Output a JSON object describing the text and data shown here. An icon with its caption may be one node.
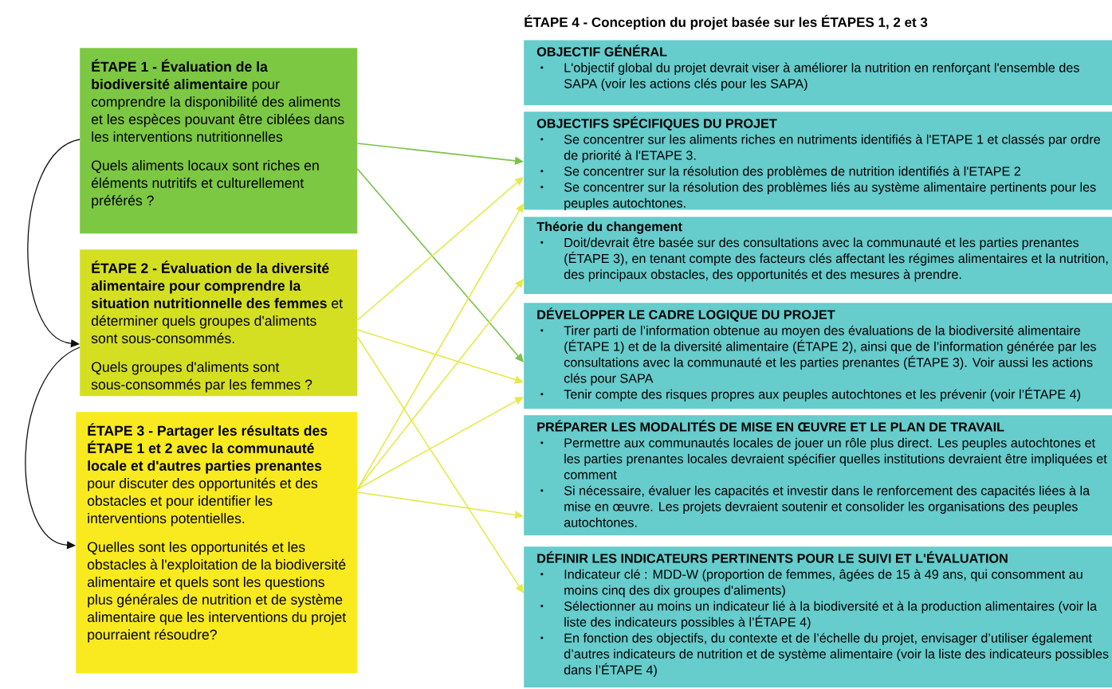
{
  "diagram": {
    "title": "ÉTAPE 4 - Conception du projet basée sur les ÉTAPES 1, 2 et 3",
    "nodes": [
      {
        "text": [
          "**ÉTAPE 1 - Évaluation de la biodiversité alimentaire** pour comprendre la disponibilité des aliments et les espèces pouvant être ciblées dans les interventions nutritionnelles",
          "Quels aliments locaux sont riches en éléments nutritifs et culturellement préférés ?"
        ]
      },
      {
        "text": [
          "**ÉTAPE 2 - Évaluation de la diversité alimentaire pour comprendre la situation nutritionnelle des femmes** et déterminer quels groupes d'aliments sont sous-consommés.",
          "Quels groupes d'aliments sont sous-consommés par les femmes ?"
        ]
      },
      {
        "text": [
          "**ÉTAPE 3 - Partager les résultats des ÉTAPE 1 et 2 avec la communauté locale et d'autres parties prenantes** pour discuter des opportunités et des obstacles et pour identifier les interventions potentielles.",
          "Quelles sont les opportunités et les obstacles à l'exploitation de la biodiversité alimentaire et quels sont les questions plus générales de nutrition et de système alimentaire que les interventions du projet pourraient résoudre?"
        ]
      },
      {
        "text": [
          "OBJECTIF GÉNÉRAL",
          "L'objectif global du projet devrait viser à améliorer la nutrition en renforçant l'ensemble des SAPA (voir les actions clés pour les SAPA)"
        ]
      },
      {
        "text": [
          "OBJECTIFS SPÉCIFIQUES DU PROJET",
          "Se concentrer sur les aliments riches en nutriments identifiés à l'ETAPE 1 et classés par ordre de priorité à l'ETAPE 3.",
          "Se concentrer sur la résolution des problèmes de nutrition identifiés à l'ETAPE 2",
          "Se concentrer sur la résolution des problèmes liés au système alimentaire pertinents pour les peuples autochtones."
        ]
      },
      {
        "text": [
          "Théorie du changement",
          "Doit/devrait être basée sur des consultations avec la communauté et les parties prenantes (ÉTAPE 3), en tenant compte des facteurs clés affectant les régimes alimentaires et la nutrition, des principaux obstacles, des opportunités et des mesures à prendre."
        ]
      },
      {
        "text": [
          "DÉVELOPPER LE CADRE LOGIQUE DU PROJET",
          "Tirer parti de l’information obtenue au moyen des évaluations de la biodiversité alimentaire (ÉTAPE 1) et de la diversité alimentaire (ÉTAPE 2), ainsi que de l’information générée par les consultations avec la communauté et les parties prenantes (ÉTAPE 3). Voir aussi les actions clés pour SAPA",
          "Tenir compte des risques propres aux peuples autochtones et les prévenir (voir l’ÉTAPE 4)"
        ]
      },
      {
        "text": [
          "PRÉPARER LES MODALITÉS DE MISE EN ŒUVRE ET LE PLAN DE TRAVAIL",
          "Permettre aux communautés locales de jouer un rôle plus direct. Les peuples autochtones et les parties prenantes locales devraient spécifier quelles institutions devraient être impliquées et comment",
          "Si nécessaire, évaluer les capacités et investir dans le renforcement des capacités liées à la mise en œuvre. Les projets devraient soutenir et consolider les organisations des peuples autochtones."
        ]
      },
      {
        "text": [
          "DÉFINIR LES INDICATEURS PERTINENTS POUR LE SUIVI ET L'ÉVALUATION",
          "Indicateur clé : MDD-W (proportion de femmes, âgées de 15 à 49 ans, qui consomment au moins cinq des dix groupes d'aliments)",
          "Sélectionner au moins un indicateur lié à la biodiversité et à la production alimentaires (voir la liste des indicateurs possibles à l’ÉTAPE 4)",
          "En fonction des objectifs, du contexte et de l’échelle du projet, envisager d’utiliser également d’autres indicateurs de nutrition et de système alimentaire (voir la liste des indicateurs possibles dans l’ÉTAPE 4)"
        ]
      }
    ],
    "edges": [
      {
        "from": 0,
        "to": 1,
        "arrow": "to",
        "color": "#111111"
      },
      {
        "from": 1,
        "to": 2,
        "arrow": "to",
        "color": "#111111"
      },
      {
        "from": 0,
        "to": 4,
        "arrow": "to",
        "color": "#7cc24c"
      },
      {
        "from": 0,
        "to": 6,
        "arrow": "to",
        "color": "#7cc24c"
      },
      {
        "from": 1,
        "to": 4,
        "arrow": "to"
      },
      {
        "from": 1,
        "to": 6,
        "arrow": "to"
      },
      {
        "from": 1,
        "to": 8,
        "arrow": "to"
      },
      {
        "from": 2,
        "to": 4,
        "arrow": "to"
      },
      {
        "from": 2,
        "to": 5,
        "arrow": "to"
      },
      {
        "from": 2,
        "to": 6,
        "arrow": "to"
      },
      {
        "from": 2,
        "to": 7,
        "arrow": "to"
      }
    ]
  }
}
